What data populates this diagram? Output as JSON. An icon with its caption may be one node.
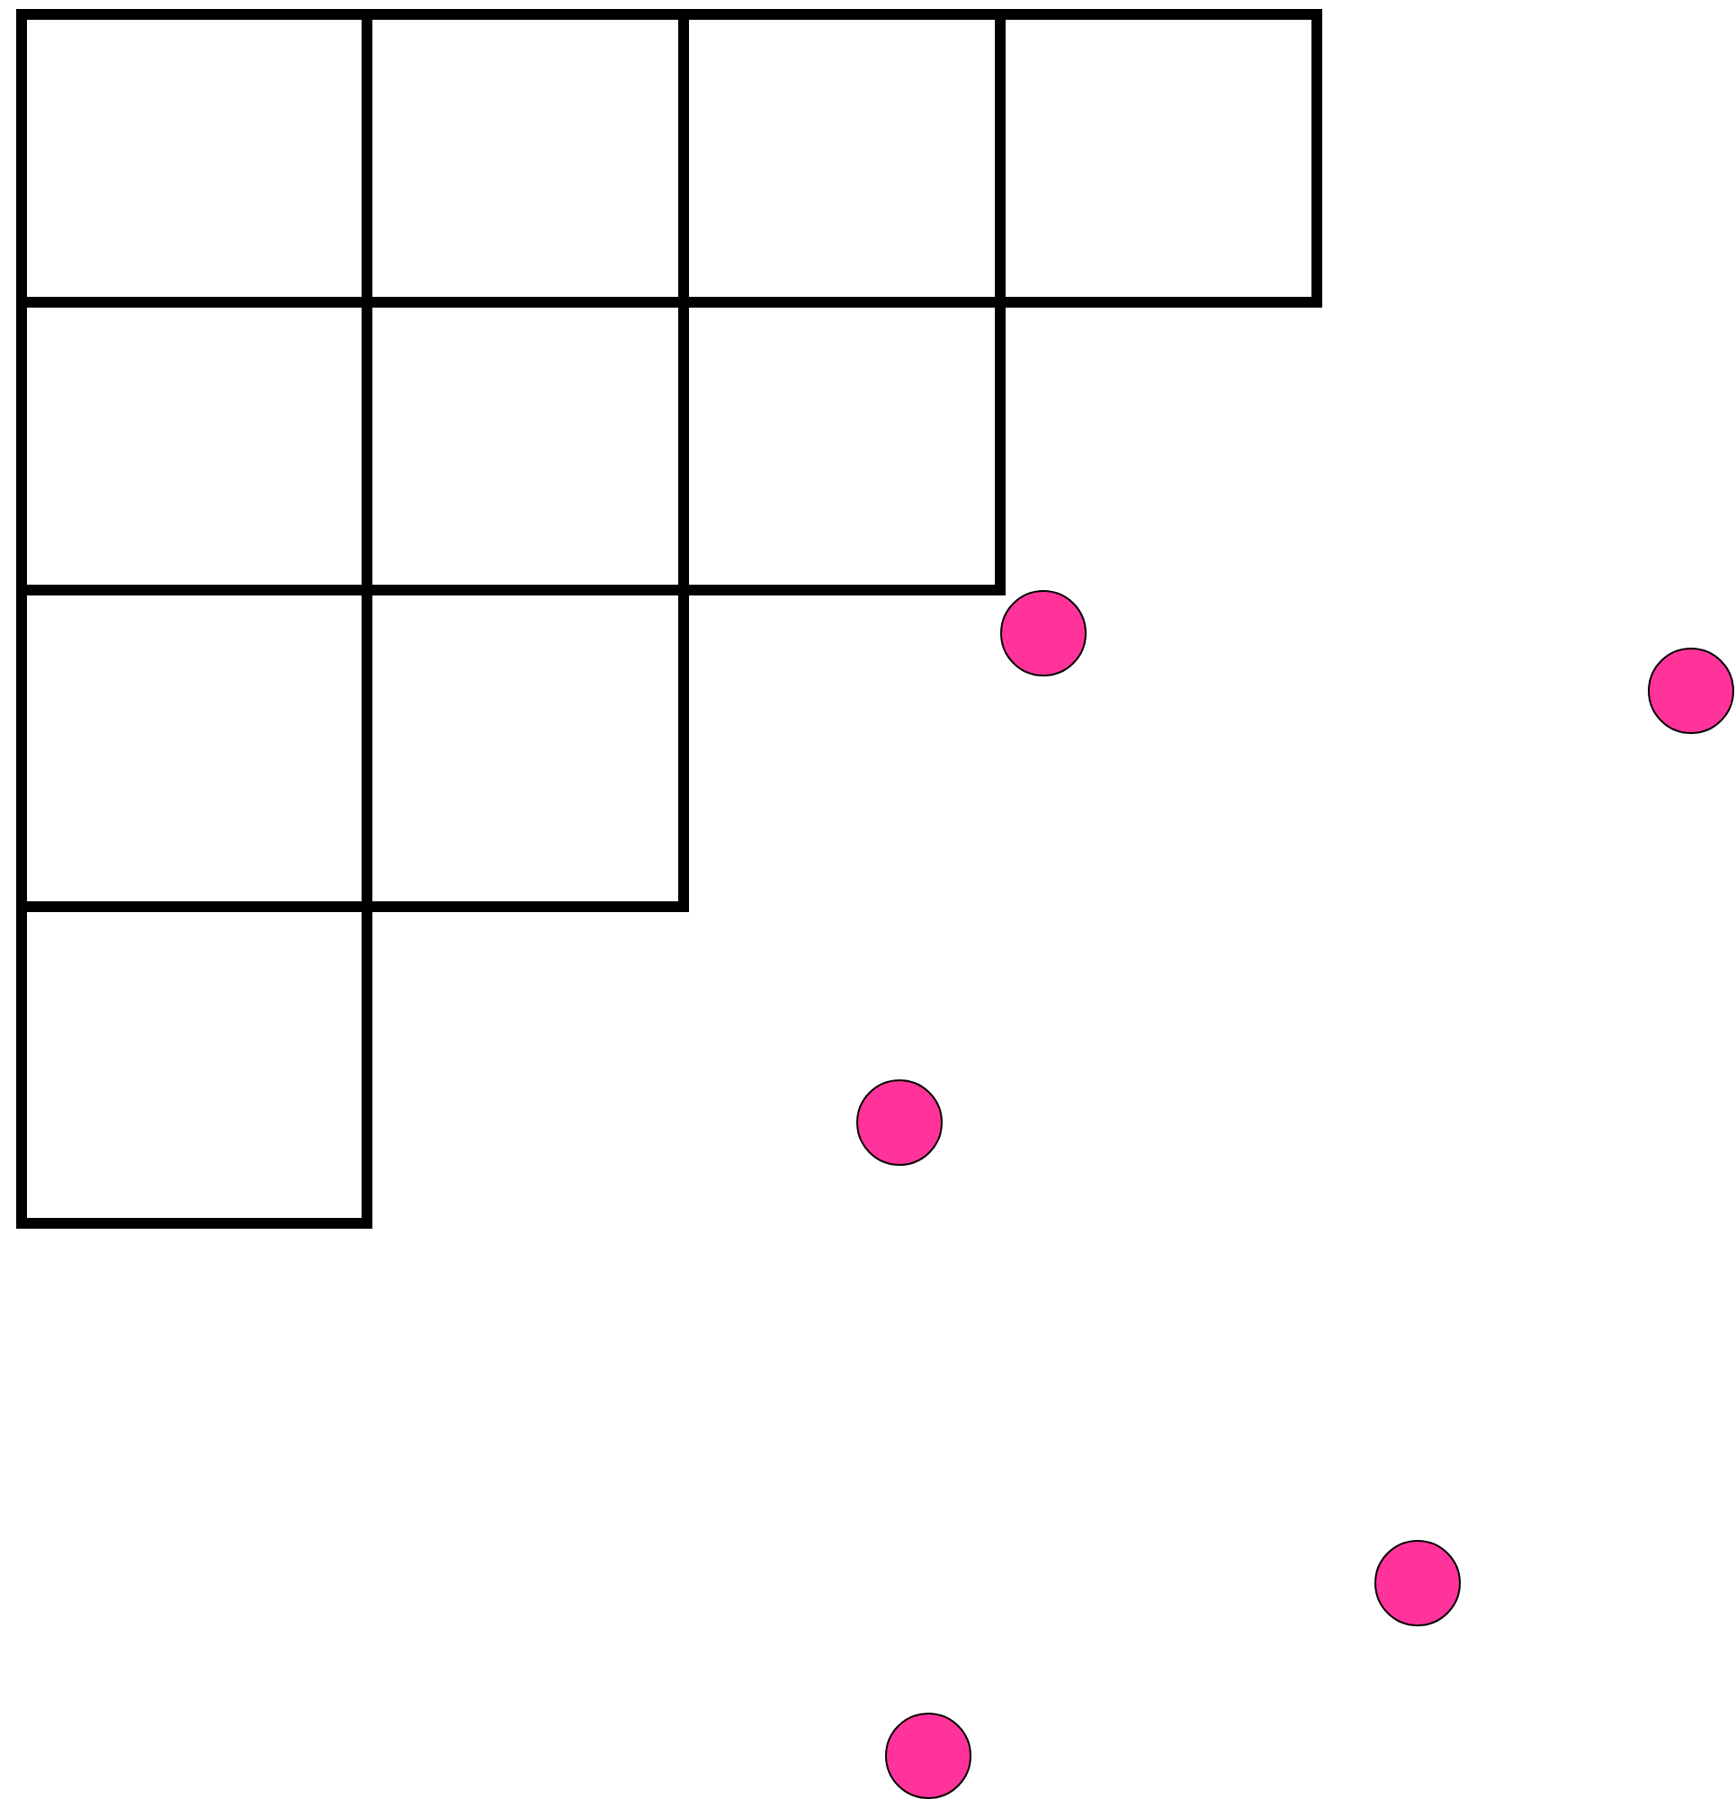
{
  "diagram": {
    "nodes": [
      {
        "text": [],
        "shape": "box"
      },
      {
        "text": [],
        "shape": "box"
      },
      {
        "text": [],
        "shape": "box"
      },
      {
        "text": [],
        "shape": "box"
      },
      {
        "text": [],
        "shape": "box"
      },
      {
        "text": [],
        "shape": "box"
      },
      {
        "text": [],
        "shape": "box"
      },
      {
        "text": [],
        "shape": "box"
      },
      {
        "text": [],
        "shape": "box"
      },
      {
        "text": [],
        "shape": "box"
      },
      {
        "text": [],
        "shape": "circle"
      },
      {
        "text": [],
        "shape": "circle"
      },
      {
        "text": [],
        "shape": "circle"
      },
      {
        "text": [],
        "shape": "circle"
      },
      {
        "text": [],
        "shape": "circle"
      }
    ]
  }
}
